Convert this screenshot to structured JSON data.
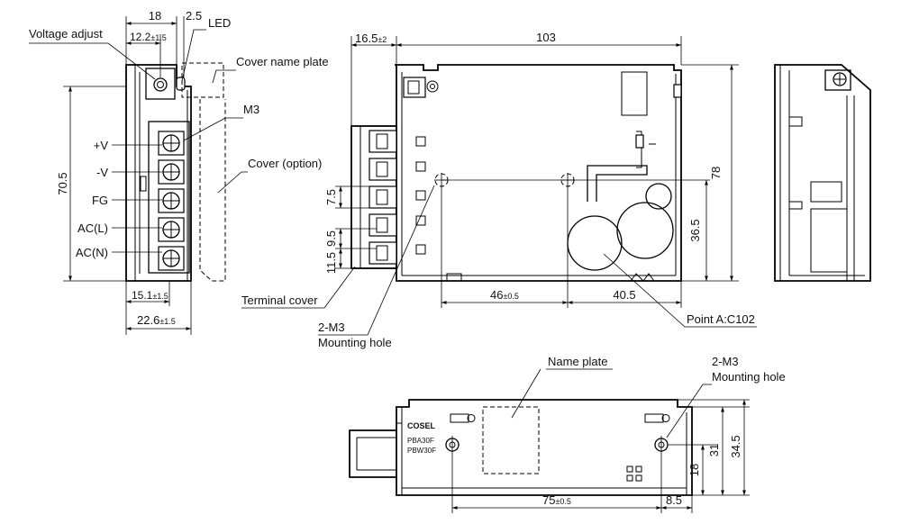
{
  "labels": {
    "voltage_adjust": "Voltage adjust",
    "led": "LED",
    "cover_name_plate": "Cover name plate",
    "m3": "M3",
    "cover_option": "Cover (option)",
    "terminal_cover": "Terminal cover",
    "mounting_2m3_top": "2-M3",
    "mounting_hole_top": "Mounting hole",
    "point_a": "Point A:C102",
    "name_plate": "Name plate",
    "mounting_2m3_bottom": "2-M3",
    "mounting_hole_bottom": "Mounting hole"
  },
  "terminals": [
    "+V",
    "-V",
    "FG",
    "AC(L)",
    "AC(N)"
  ],
  "plate": {
    "brand": "COSEL",
    "model1": "PBA30F",
    "model2": "PBW30F"
  },
  "dims": {
    "front_width_18": "18",
    "front_led_offset": "2.5",
    "front_adjust_12_2": "12.2",
    "front_adjust_tol": "±1.5",
    "front_height": "70.5",
    "front_15_1": "15.1",
    "front_15_1_tol": "±1.5",
    "front_22_6": "22.6",
    "front_22_6_tol": "±1.5",
    "side_16_5": "16.5",
    "side_16_5_tol": "±2",
    "side_length": "103",
    "side_height": "78",
    "side_36_5": "36.5",
    "side_46": "46",
    "side_46_tol": "±0.5",
    "side_40_5": "40.5",
    "side_7_5": "7.5",
    "side_9_5": "9.5",
    "side_11_5": "11.5",
    "bottom_75": "75",
    "bottom_75_tol": "±0.5",
    "bottom_8_5": "8.5",
    "bottom_18": "18",
    "bottom_31": "31",
    "bottom_34_5": "34.5"
  }
}
